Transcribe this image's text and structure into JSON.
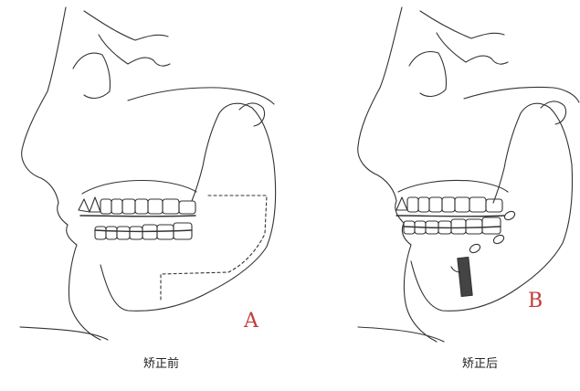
{
  "panels": [
    {
      "letter": "A",
      "caption": "矫正前"
    },
    {
      "letter": "B",
      "caption": "矫正后"
    }
  ],
  "colors": {
    "line": "#333333",
    "letter": "#c23b3b",
    "plate": "#444444",
    "caption": "#222222"
  }
}
